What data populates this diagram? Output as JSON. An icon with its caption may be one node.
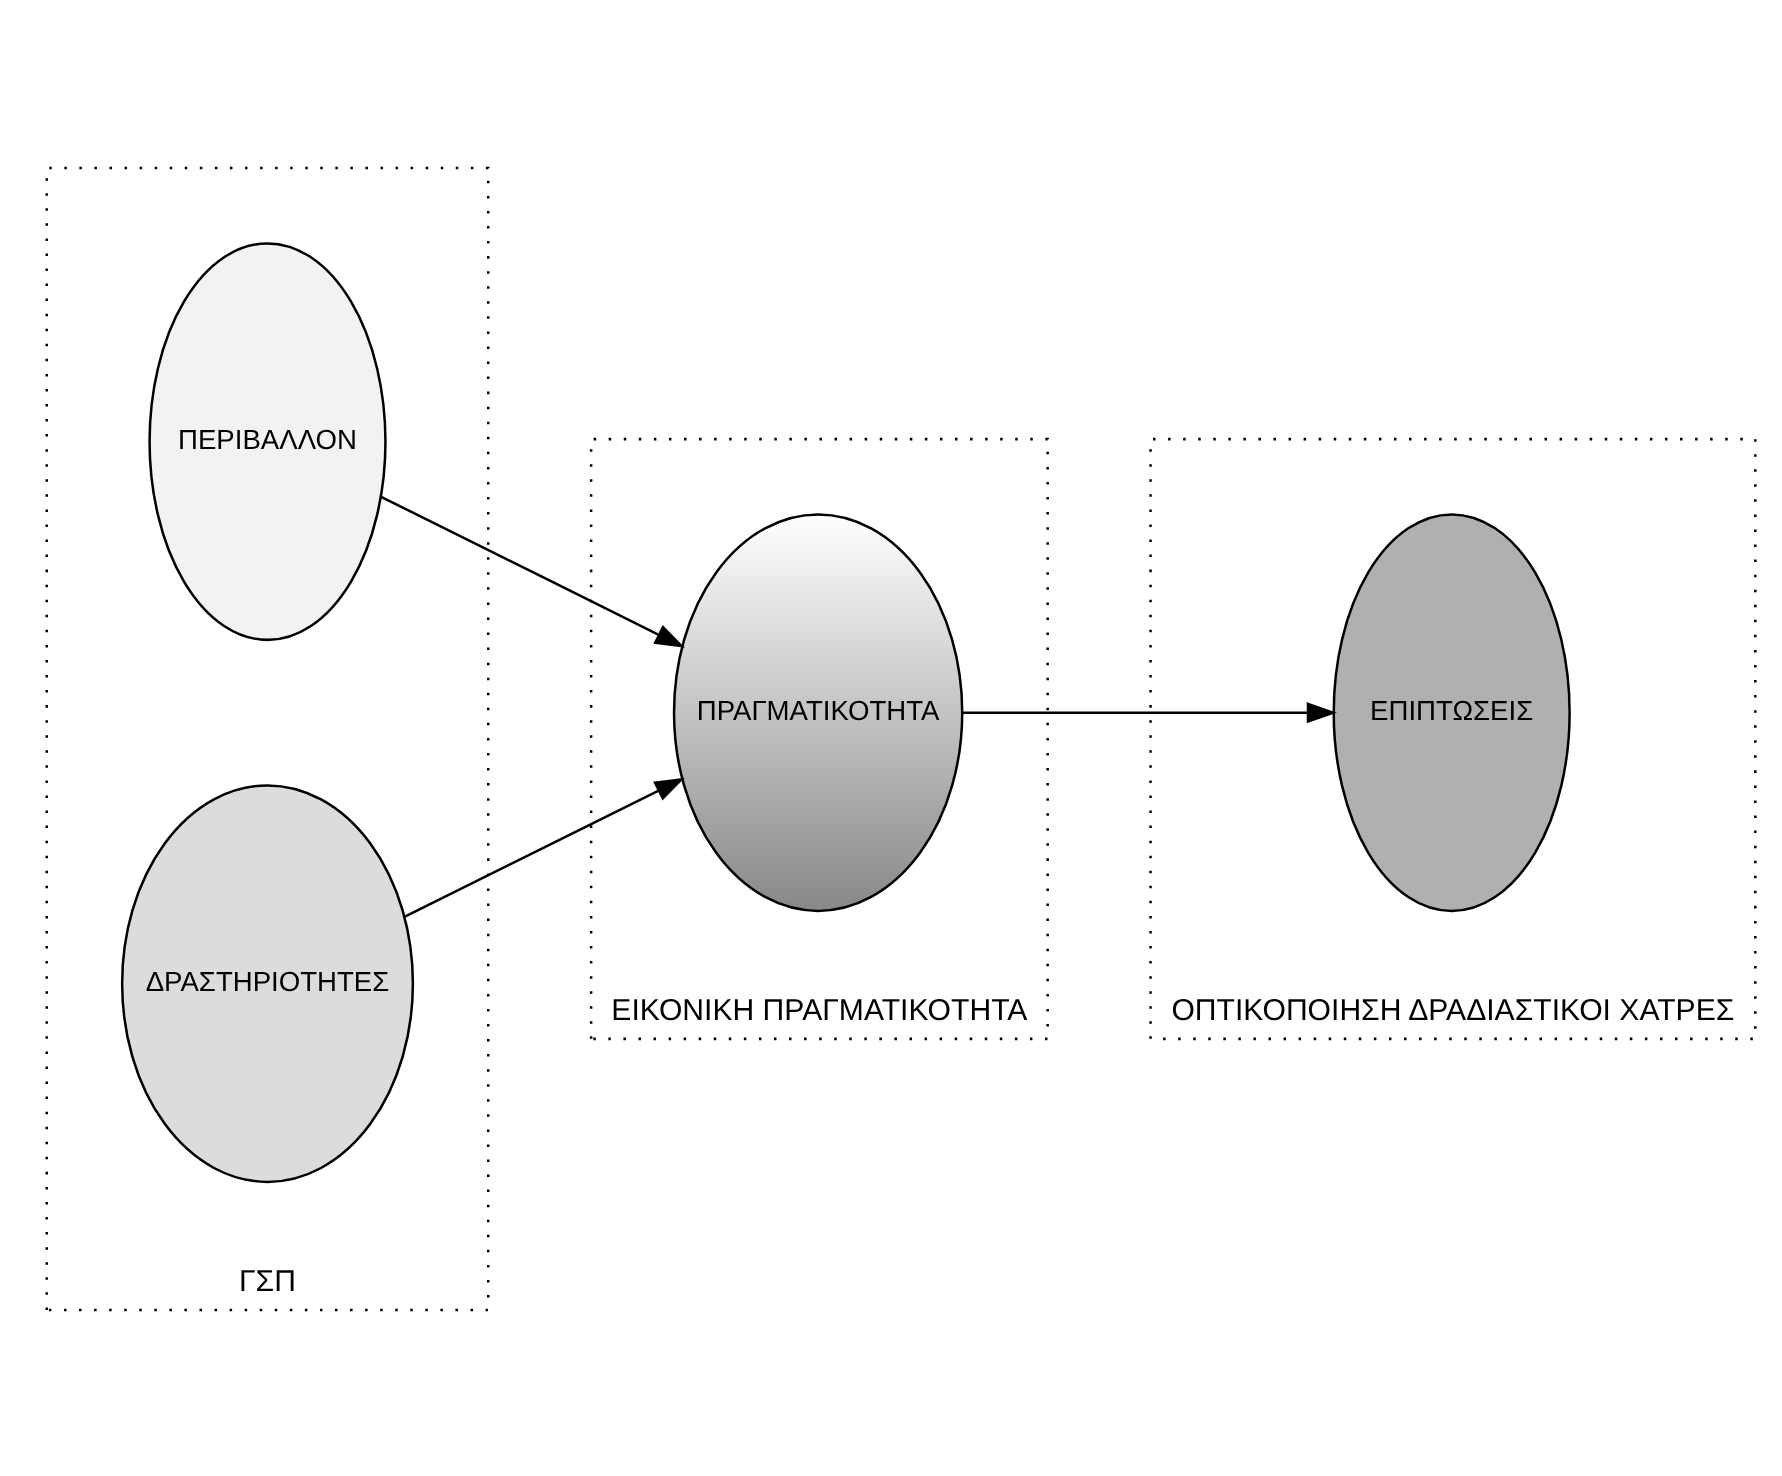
{
  "diagram": {
    "nodes": [
      {
        "text": [
          "ΓΣΠ"
        ]
      },
      {
        "text": [
          "ΠΕΡΙΒΑΛΛΟΝ"
        ],
        "in": 0
      },
      {
        "text": [
          "ΔΡΑΣΤΗΡΙΟΤΗΤΕΣ"
        ],
        "in": 0
      },
      {
        "text": [
          "ΕΙΚΟΝΙΚΗ ΠΡΑΓΜΑΤΙΚΟΤΗΤΑ"
        ]
      },
      {
        "text": [
          "ΠΡΑΓΜΑΤΙΚΟΤΗΤΑ"
        ],
        "in": 3
      },
      {
        "text": [
          "ΟΠΤΙΚΟΠΟΙΗΣΗ ΔΡΑΔΙΑΣΤΙΚΟΙ ΧΑΤΡΕΣ"
        ]
      },
      {
        "text": [
          "ΕΠΙΠΤΩΣΕΙΣ"
        ],
        "in": 5
      }
    ],
    "edges": [
      {
        "from": 1,
        "to": 4,
        "arrow": "to"
      },
      {
        "from": 2,
        "to": 4,
        "arrow": "to"
      },
      {
        "from": 4,
        "to": 6,
        "arrow": "to"
      }
    ]
  }
}
